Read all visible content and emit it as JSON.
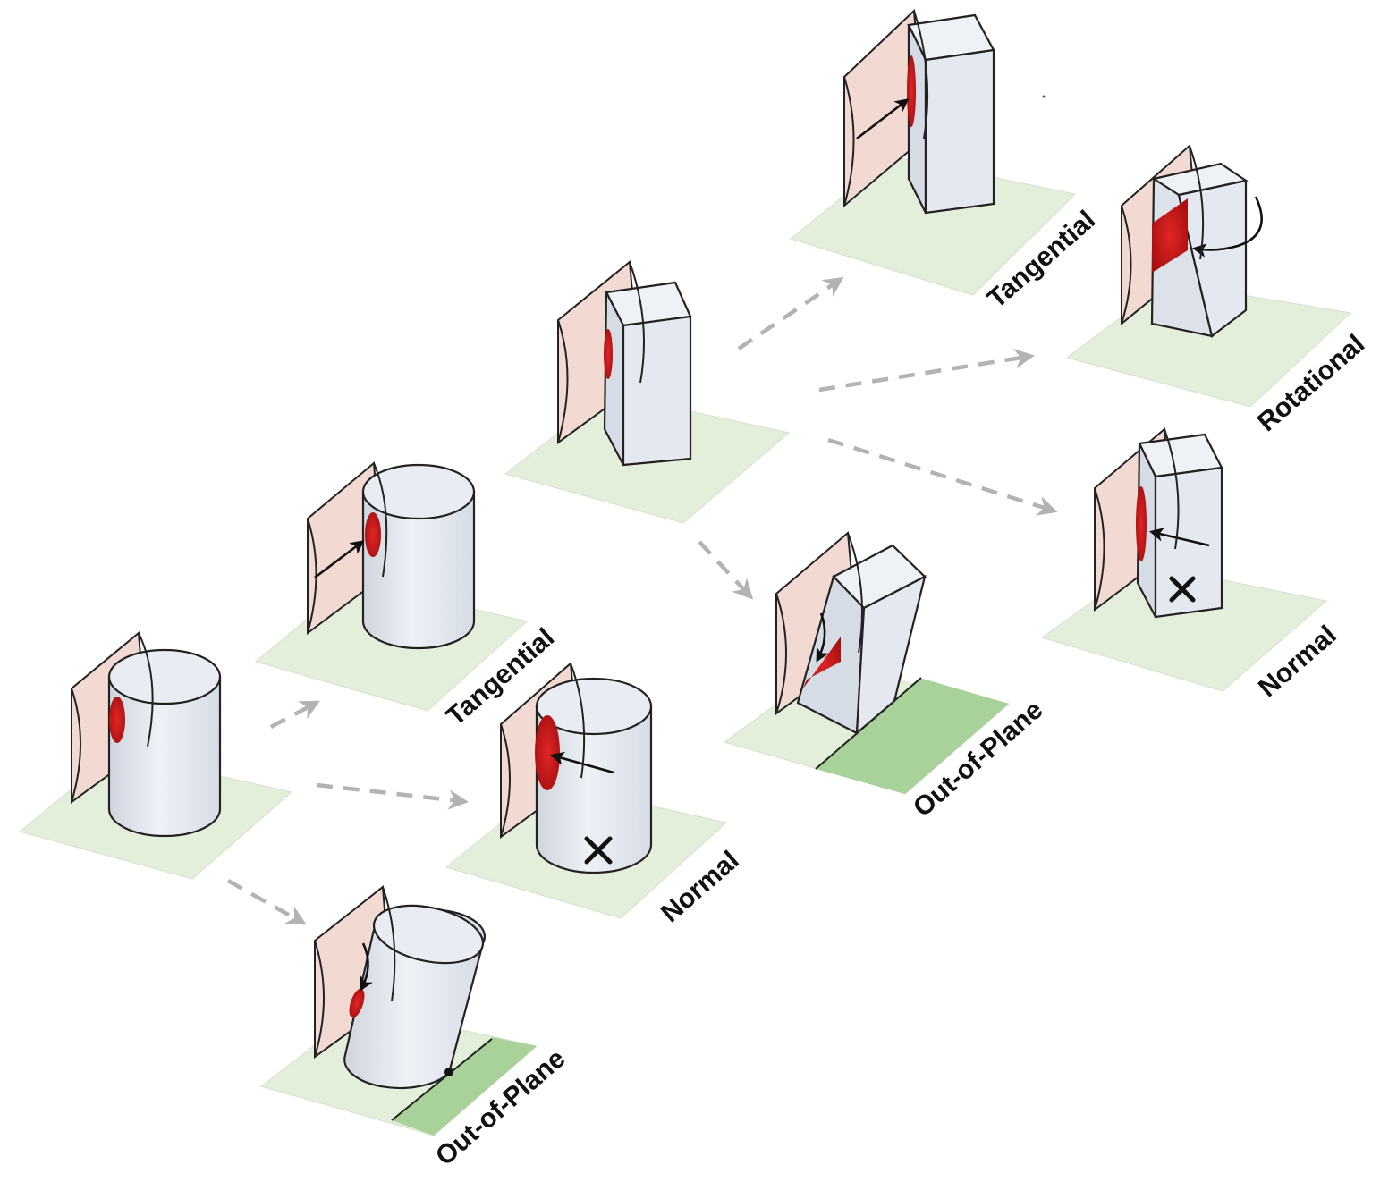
{
  "labels": {
    "l1": "Tangential",
    "l2": "Normal",
    "l3": "Out-of-Plane",
    "l4": "Tangential",
    "l5": "Rotational",
    "l6": "Normal",
    "l7": "Out-of-Plane"
  },
  "colors": {
    "plate": "#e3eedb",
    "plate_dark": "#a8d29a",
    "jaw": "#f2d9d2",
    "object": "#e4e8f0",
    "contact": "#c41a1a",
    "transition": "#b3b3b3"
  }
}
